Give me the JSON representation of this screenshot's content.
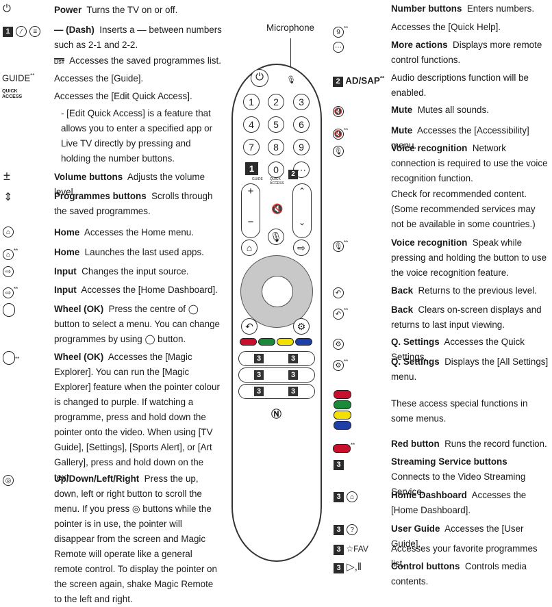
{
  "left_rows": [
    {
      "key": "power",
      "bold": "Power",
      "text": "Turns the TV on or off."
    },
    {
      "key": "dash",
      "bold": "— (Dash)",
      "text": "Inserts a — between numbers such as 2-1 and 2-2."
    },
    {
      "key": "list",
      "bold": "",
      "text": "Accesses the saved programmes list."
    },
    {
      "key": "guide",
      "bold": "",
      "text": "Accesses the [Guide]."
    },
    {
      "key": "quick",
      "bold": "",
      "text": "Accesses the [Edit Quick Access]."
    },
    {
      "key": "quick_note",
      "bold": "",
      "text": "- [Edit Quick Access] is a feature that allows you to enter a specified app or Live TV directly by pressing and holding the number buttons."
    },
    {
      "key": "volume",
      "bold": "Volume buttons",
      "text": "Adjusts the volume level."
    },
    {
      "key": "programmes",
      "bold": "Programmes buttons",
      "text": "Scrolls through the saved programmes."
    },
    {
      "key": "home1",
      "bold": "Home",
      "text": "Accesses the Home menu."
    },
    {
      "key": "home2",
      "bold": "Home",
      "text": "Launches the last used apps."
    },
    {
      "key": "input1",
      "bold": "Input",
      "text": "Changes the input source."
    },
    {
      "key": "input2",
      "bold": "Input",
      "text": "Accesses the [Home Dashboard]."
    },
    {
      "key": "wheel1",
      "bold": "Wheel (OK)",
      "text": "Press the centre of ◯ button to select a menu. You can change programmes by using ◯ button."
    },
    {
      "key": "wheel2",
      "bold": "Wheel (OK)",
      "text": "Accesses the [Magic Explorer]. You can run the [Magic Explorer] feature when the pointer colour is changed to purple. If watching a programme, press and hold down the pointer onto the video. When using [TV Guide], [Settings], [Sports Alert], or [Art Gallery], press and hold down on the text."
    },
    {
      "key": "updown",
      "bold": "Up/Down/Left/Right",
      "text": "Press the up, down, left or right button to scroll the menu. If you press ◎ buttons while the pointer is in use, the pointer will disappear from the screen and Magic Remote will operate like a general remote control. To display the pointer on the screen again, shake Magic Remote to the left and right."
    }
  ],
  "right_rows": [
    {
      "key": "number",
      "bold": "Number buttons",
      "text": "Enters numbers."
    },
    {
      "key": "nine",
      "bold": "",
      "text": "Accesses the [Quick Help]."
    },
    {
      "key": "more",
      "bold": "More actions",
      "text": "Displays more remote control functions."
    },
    {
      "key": "ad",
      "bold": "",
      "text": "Audio descriptions function will be enabled."
    },
    {
      "key": "mute1",
      "bold": "Mute",
      "text": "Mutes all sounds."
    },
    {
      "key": "mute2",
      "bold": "Mute",
      "text": "Accesses the [Accessibility] menu."
    },
    {
      "key": "voice1",
      "bold": "Voice recognition",
      "text": "Network connection is required to use the voice recognition function."
    },
    {
      "key": "voice1b",
      "bold": "",
      "text": "Check for recommended content. (Some recommended services may not be available in some countries.)"
    },
    {
      "key": "voice2",
      "bold": "Voice recognition",
      "text": "Speak while pressing and holding the button to use the voice recognition feature."
    },
    {
      "key": "back1",
      "bold": "Back",
      "text": "Returns to the previous level."
    },
    {
      "key": "back2",
      "bold": "Back",
      "text": "Clears on-screen displays and returns to last input viewing."
    },
    {
      "key": "qs1",
      "bold": "Q. Settings",
      "text": "Accesses the Quick Settings."
    },
    {
      "key": "qs2",
      "bold": "Q. Settings",
      "text": "Displays the [All Settings] menu."
    },
    {
      "key": "colors",
      "bold": "",
      "text": "These access special functions in some menus."
    },
    {
      "key": "red",
      "bold": "Red button",
      "text": "Runs the record function."
    },
    {
      "key": "streaming",
      "bold": "Streaming Service buttons",
      "text": "Connects to the Video Streaming Service."
    },
    {
      "key": "homedash",
      "bold": "Home Dashboard",
      "text": "Accesses the [Home Dashboard]."
    },
    {
      "key": "userguide",
      "bold": "User Guide",
      "text": "Accesses the [User Guide]."
    },
    {
      "key": "fav",
      "bold": "",
      "text": "Accesses your favorite programmes list."
    },
    {
      "key": "control",
      "bold": "Control buttons",
      "text": "Controls media contents."
    }
  ],
  "labels": {
    "microphone": "Microphone",
    "guide_icon": "GUIDE",
    "quick_icon": "QUICK ACCESS",
    "list_icon": "LIST",
    "ad_label": "AD/SAP",
    "fav_label": "FAV",
    "double_star": "**",
    "one": "1",
    "two": "2",
    "three": "3",
    "nine": "9",
    "zero": "0",
    "remote_guide": "GUIDE",
    "remote_quick": "QUICK ACCESS"
  },
  "remote_numbers": [
    "1",
    "2",
    "3",
    "4",
    "5",
    "6",
    "7",
    "8",
    "9"
  ],
  "colors": {
    "red": "#c8102e",
    "green": "#1a8a3a",
    "yellow": "#f2e100",
    "blue": "#1f3fa8",
    "wheel": "#c8c8c8"
  }
}
